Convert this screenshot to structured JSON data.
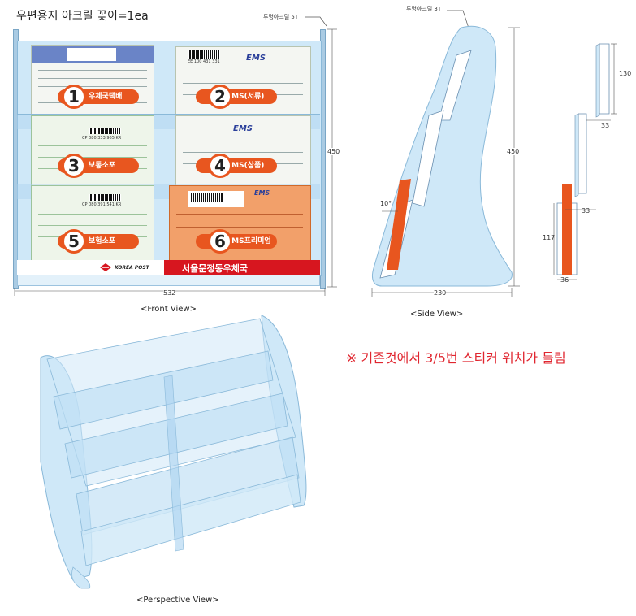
{
  "header": {
    "title": "우편용지 아크릴 꽂이=1ea"
  },
  "front_view": {
    "material_label": "투명아크릴 5T",
    "height_dim": "450",
    "width_dim": "532",
    "caption": "<Front View>",
    "slots": [
      {
        "number": "1",
        "label": "우체국택배"
      },
      {
        "number": "2",
        "label": "EMS(서류)"
      },
      {
        "number": "3",
        "label": "보통소포"
      },
      {
        "number": "4",
        "label": "EMS(상품)"
      },
      {
        "number": "5",
        "label": "보험소포"
      },
      {
        "number": "6",
        "label": "EMS프리미엄"
      }
    ],
    "form_codes": [
      "EE 100 431 331",
      "CP 080 333 965 KR",
      "CP 080 391 541 KR"
    ],
    "ems_text": "EMS",
    "korea_post": "KOREA POST",
    "office_name": "서울문정동우체국"
  },
  "side_view": {
    "material_label": "투명아크릴 3T",
    "height_dim": "450",
    "width_dim": "230",
    "angle_dim": "10°",
    "caption": "<Side View>"
  },
  "detail_view": {
    "dim_130": "130",
    "dim_33a": "33",
    "dim_33b": "33",
    "dim_117": "117",
    "dim_36": "36"
  },
  "perspective": {
    "caption": "<Perspective View>"
  },
  "note": "※ 기존것에서 3/5번 스티커 위치가 틀림",
  "colors": {
    "acrylic": "#cfe8f8",
    "accent": "#e8561f",
    "brand_red": "#d7161f",
    "note": "#e0262f"
  }
}
